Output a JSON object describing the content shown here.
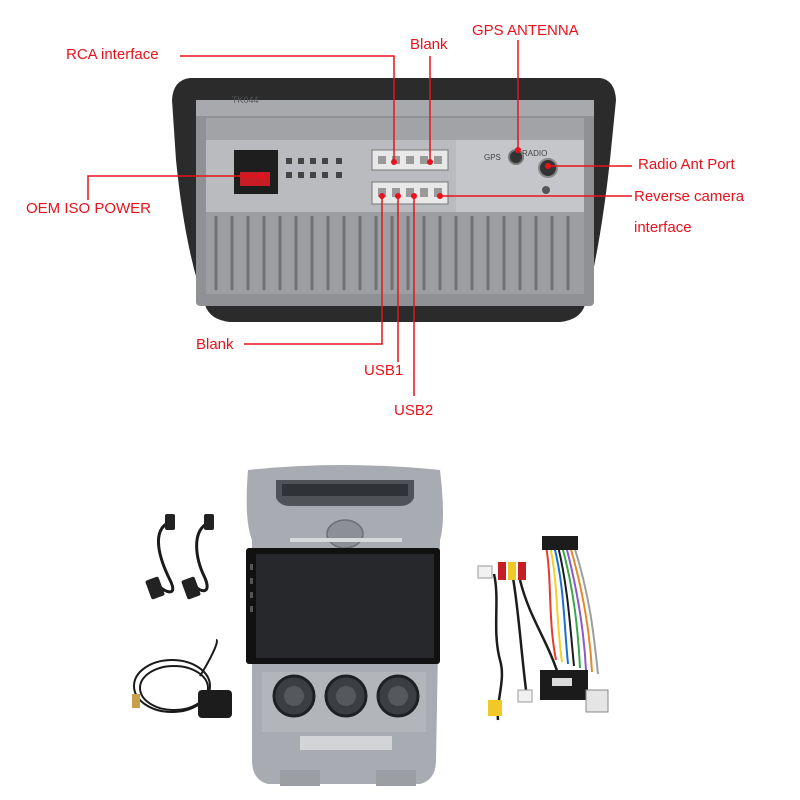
{
  "labels": {
    "rca_interface": "RCA interface",
    "blank_top": "Blank",
    "gps_antenna": "GPS ANTENNA",
    "radio_ant_port": "Radio Ant Port",
    "oem_iso_power": "OEM ISO POWER",
    "reverse_camera_line1": "Reverse camera",
    "reverse_camera_line2": "interface",
    "blank_bottom": "Blank",
    "usb1": "USB1",
    "usb2": "USB2"
  },
  "unit_markings": {
    "model_code": "TK044",
    "gps": "GPS",
    "radio": "RADIO"
  },
  "colors": {
    "accent": "#e8121c",
    "housing": "#9a9a9a",
    "frame": "#2a2a2a",
    "panel": "#b5b8bd",
    "screen": "#1e1f22"
  }
}
